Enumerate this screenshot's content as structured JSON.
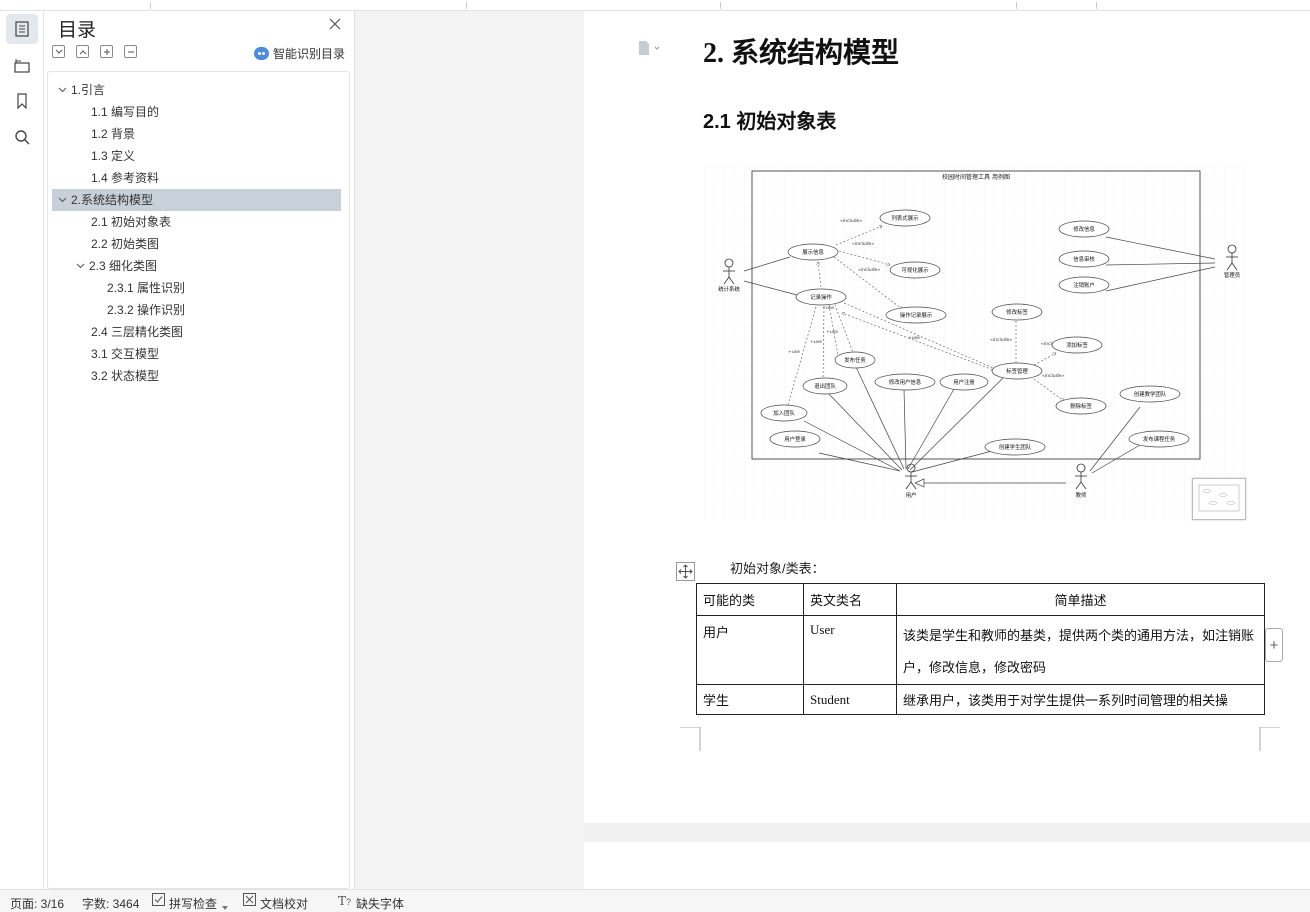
{
  "sidebar": {
    "title": "目录",
    "smart_label": "智能识别目录",
    "items": [
      {
        "label": "1.引言",
        "expanded": true
      },
      {
        "label": "1.1  编写目的"
      },
      {
        "label": "1.2 背景"
      },
      {
        "label": "1.3  定义"
      },
      {
        "label": "1.4  参考资料"
      },
      {
        "label": "2.系统结构模型",
        "expanded": true,
        "selected": true
      },
      {
        "label": "2.1  初始对象表"
      },
      {
        "label": "2.2  初始类图"
      },
      {
        "label": "2.3  细化类图",
        "expanded": true
      },
      {
        "label": "2.3.1  属性识别"
      },
      {
        "label": "2.3.2  操作识别"
      },
      {
        "label": "2.4  三层精化类图"
      },
      {
        "label": "3.1  交互模型"
      },
      {
        "label": "3.2  状态模型"
      }
    ]
  },
  "document": {
    "heading1": "2.  系统结构模型",
    "heading2": "2.1  初始对象表",
    "caption": "初始对象/类表：",
    "diagram": {
      "title": "校园时间管理工具 用例图",
      "actors": {
        "stats": "统计系统",
        "admin": "管理员",
        "user": "用户",
        "teacher": "教师"
      },
      "usecases": {
        "list": "列表式展示",
        "show": "展示信息",
        "visual": "可视化展示",
        "record": "记录操作",
        "oprec": "操作记录展示",
        "modinfo": "修改信息",
        "review": "信息审核",
        "cancel": "注销账户",
        "modtag": "修改标签",
        "addtag": "添加标签",
        "tagmgr": "标签管理",
        "deltag": "删除标签",
        "publish": "发布任务",
        "quit": "退出团队",
        "moduser": "修改用户信息",
        "register": "用户注册",
        "join": "加入团队",
        "login": "用户登录",
        "stuteam": "创建学生团队",
        "tchteam": "创建教学团队",
        "course": "发布课程任务"
      },
      "labels": {
        "include": "«include»",
        "use": "+use"
      }
    },
    "table": {
      "headers": [
        "可能的类",
        "英文类名",
        "简单描述"
      ],
      "rows": [
        [
          "用户",
          "User",
          "该类是学生和教师的基类，提供两个类的通用方法，如注销账户，修改信息，修改密码"
        ],
        [
          "学生",
          "Student",
          "继承用户，该类用于对学生提供一系列时间管理的相关操"
        ]
      ]
    }
  },
  "status": {
    "page": "页面: 3/16",
    "words": "字数: 3464",
    "spell": "拼写检查",
    "proof": "文档校对",
    "missing_font": "缺失字体"
  }
}
